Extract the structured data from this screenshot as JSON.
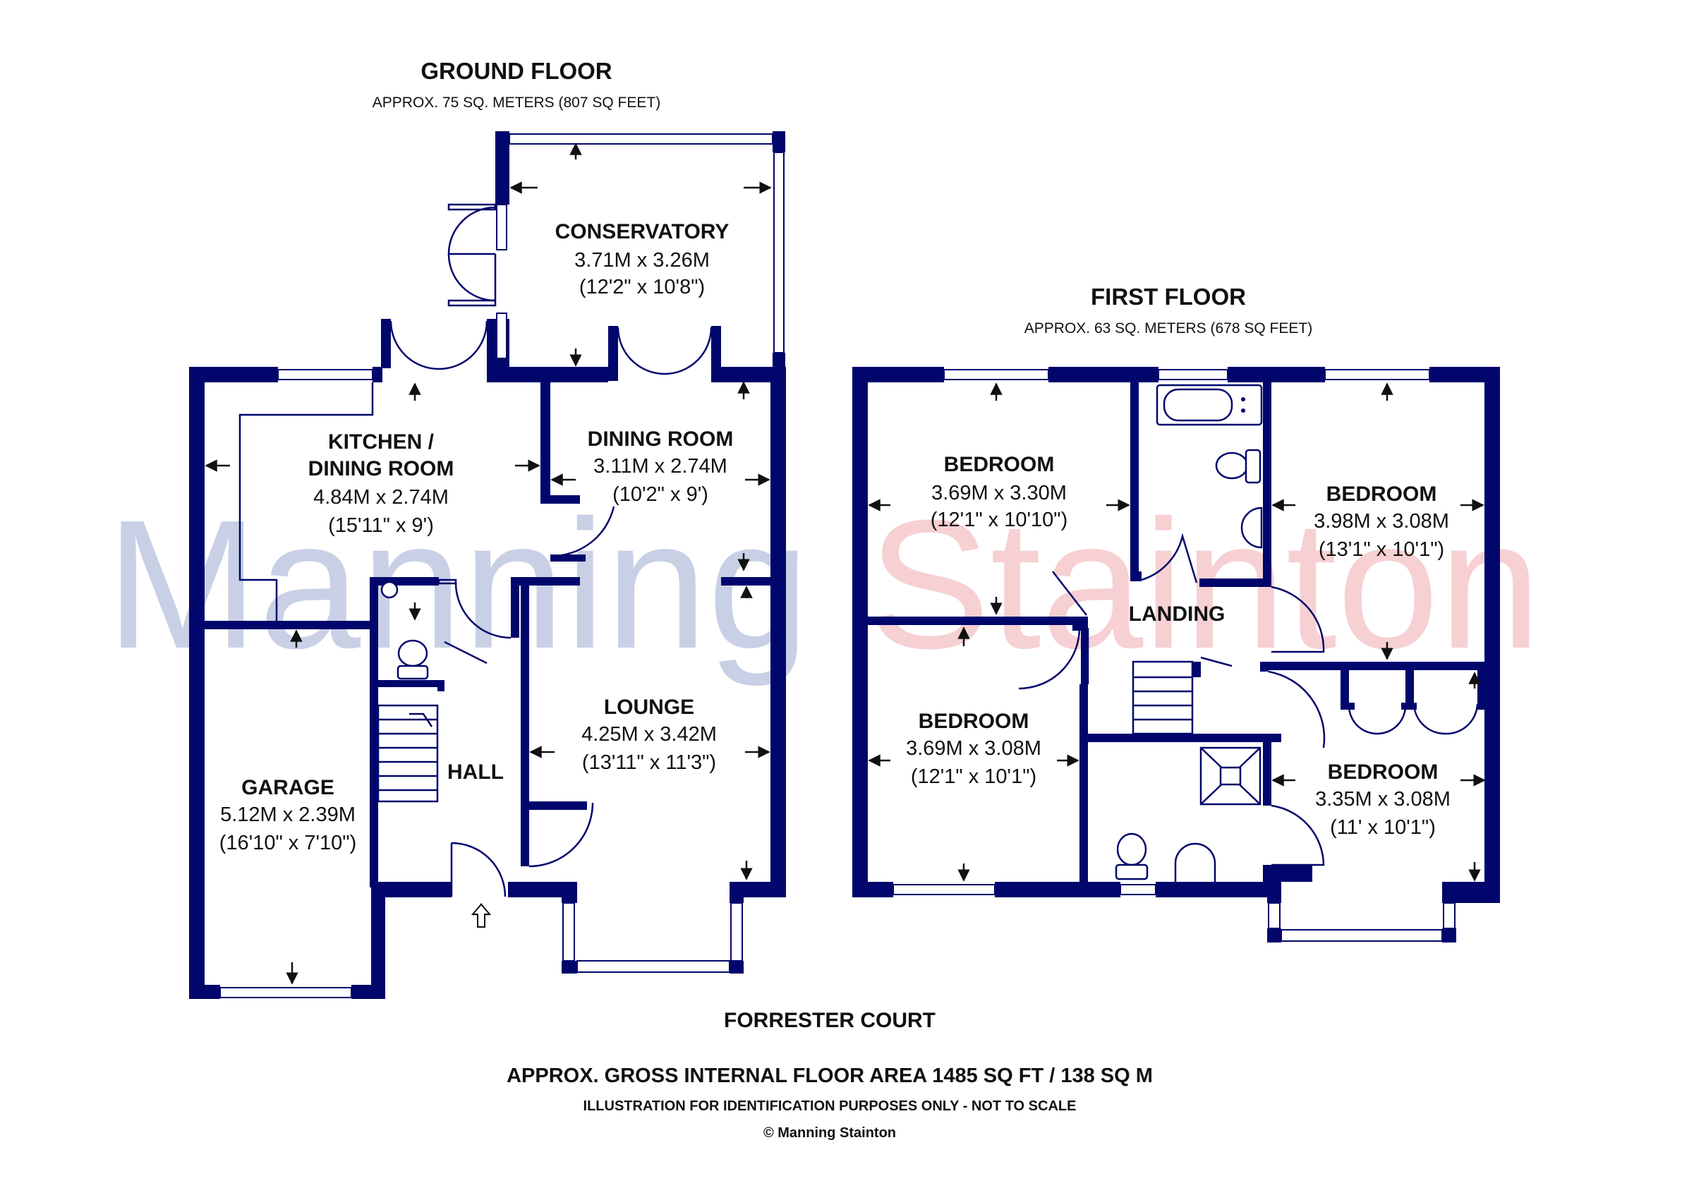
{
  "watermark": {
    "part1": "Manning",
    "part2": "Stainton",
    "color1": "#c9d0e6",
    "color2": "#f6d0d3"
  },
  "colors": {
    "wall": "#00066b"
  },
  "ground_floor": {
    "title": "GROUND FLOOR",
    "area": "APPROX. 75 SQ. METERS (807 SQ FEET)",
    "rooms": {
      "conservatory": {
        "name": "CONSERVATORY",
        "metric": "3.71M x 3.26M",
        "imperial": "(12'2\" x 10'8\")"
      },
      "kitchen": {
        "name_line1": "KITCHEN /",
        "name_line2": "DINING ROOM",
        "metric": "4.84M x 2.74M",
        "imperial": "(15'11\" x 9')"
      },
      "dining": {
        "name": "DINING ROOM",
        "metric": "3.11M x 2.74M",
        "imperial": "(10'2\" x 9')"
      },
      "lounge": {
        "name": "LOUNGE",
        "metric": "4.25M x 3.42M",
        "imperial": "(13'11\" x 11'3\")"
      },
      "garage": {
        "name": "GARAGE",
        "metric": "5.12M x 2.39M",
        "imperial": "(16'10\" x 7'10\")"
      },
      "hall": {
        "name": "HALL"
      }
    }
  },
  "first_floor": {
    "title": "FIRST FLOOR",
    "area": "APPROX. 63 SQ. METERS (678 SQ FEET)",
    "rooms": {
      "bedroom_tl": {
        "name": "BEDROOM",
        "metric": "3.69M x 3.30M",
        "imperial": "(12'1\" x 10'10\")"
      },
      "bedroom_tr": {
        "name": "BEDROOM",
        "metric": "3.98M x 3.08M",
        "imperial": "(13'1\" x 10'1\")"
      },
      "bedroom_bl": {
        "name": "BEDROOM",
        "metric": "3.69M x 3.08M",
        "imperial": "(12'1\" x 10'1\")"
      },
      "bedroom_br": {
        "name": "BEDROOM",
        "metric": "3.35M x 3.08M",
        "imperial": "(11' x 10'1\")"
      },
      "landing": {
        "name": "LANDING"
      }
    }
  },
  "footer": {
    "property": "FORRESTER COURT",
    "gross_area": "APPROX. GROSS INTERNAL FLOOR AREA 1485 SQ FT / 138 SQ M",
    "disclaimer": "ILLUSTRATION FOR IDENTIFICATION PURPOSES ONLY - NOT TO SCALE",
    "copyright": "© Manning Stainton"
  }
}
